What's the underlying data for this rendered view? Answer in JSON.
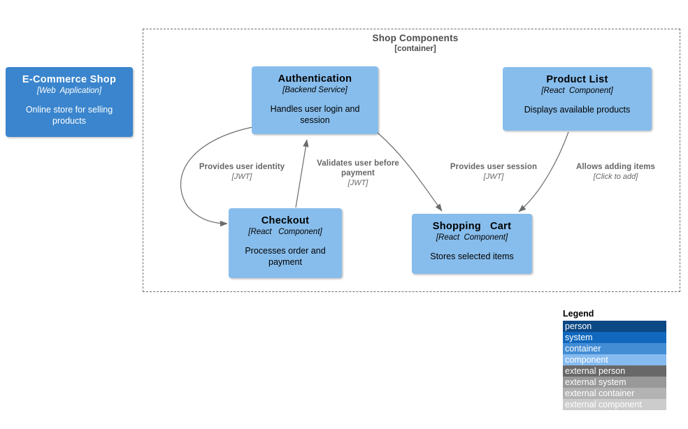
{
  "diagram": {
    "title": "Shop Components",
    "boundary": {
      "name": "Shop Components",
      "type": "[container]"
    },
    "nodes": [
      {
        "id": "ecommerce-shop",
        "name": "E-Commerce Shop",
        "type": "[Web  Application]",
        "description": "Online store for selling\nproducts",
        "kind": "system",
        "color": "#3a85cd",
        "text_color": "#ffffff"
      },
      {
        "id": "authentication",
        "name": "Authentication",
        "type": "[Backend Service]",
        "description": "Handles user login and\nsession",
        "kind": "component",
        "color": "#87bdec",
        "text_color": "#000000"
      },
      {
        "id": "product-list",
        "name": "Product List",
        "type": "[React  Component]",
        "description": "Displays available products",
        "kind": "component",
        "color": "#87bdec",
        "text_color": "#000000"
      },
      {
        "id": "checkout",
        "name": "Checkout",
        "type": "[React   Component]",
        "description": "Processes order  and\npayment",
        "kind": "component",
        "color": "#87bdec",
        "text_color": "#000000"
      },
      {
        "id": "shopping-cart",
        "name": "Shopping   Cart",
        "type": "[React  Component]",
        "description": "Stores selected  items",
        "kind": "component",
        "color": "#87bdec",
        "text_color": "#000000"
      }
    ],
    "edges": [
      {
        "id": "auth-to-checkout",
        "from": "authentication",
        "to": "checkout",
        "label": "Provides  user  identity",
        "technology": "[JWT]"
      },
      {
        "id": "checkout-to-auth",
        "from": "checkout",
        "to": "authentication",
        "label": "Validates  user  before\npayment",
        "technology": "[JWT]"
      },
      {
        "id": "auth-to-cart",
        "from": "authentication",
        "to": "shopping-cart",
        "label": "Provides  user session",
        "technology": "[JWT]"
      },
      {
        "id": "productlist-to-cart",
        "from": "product-list",
        "to": "shopping-cart",
        "label": "Allows  adding  items",
        "technology": "[Click to add]"
      }
    ],
    "edge_color": "#6b6b6b"
  },
  "legend": {
    "title": "Legend",
    "items": [
      {
        "label": "person",
        "color": "#0b4884",
        "text_color": "#ffffff"
      },
      {
        "label": "system",
        "color": "#1168bd",
        "text_color": "#ffffff"
      },
      {
        "label": "container",
        "color": "#438dd5",
        "text_color": "#ffffff"
      },
      {
        "label": "component",
        "color": "#85bbf0",
        "text_color": "#ffffff"
      },
      {
        "label": "external person",
        "color": "#686868",
        "text_color": "#ffffff"
      },
      {
        "label": "external system",
        "color": "#999999",
        "text_color": "#ffffff"
      },
      {
        "label": "external container",
        "color": "#b3b3b3",
        "text_color": "#ffffff"
      },
      {
        "label": "external component",
        "color": "#cccccc",
        "text_color": "#ffffff"
      }
    ]
  }
}
